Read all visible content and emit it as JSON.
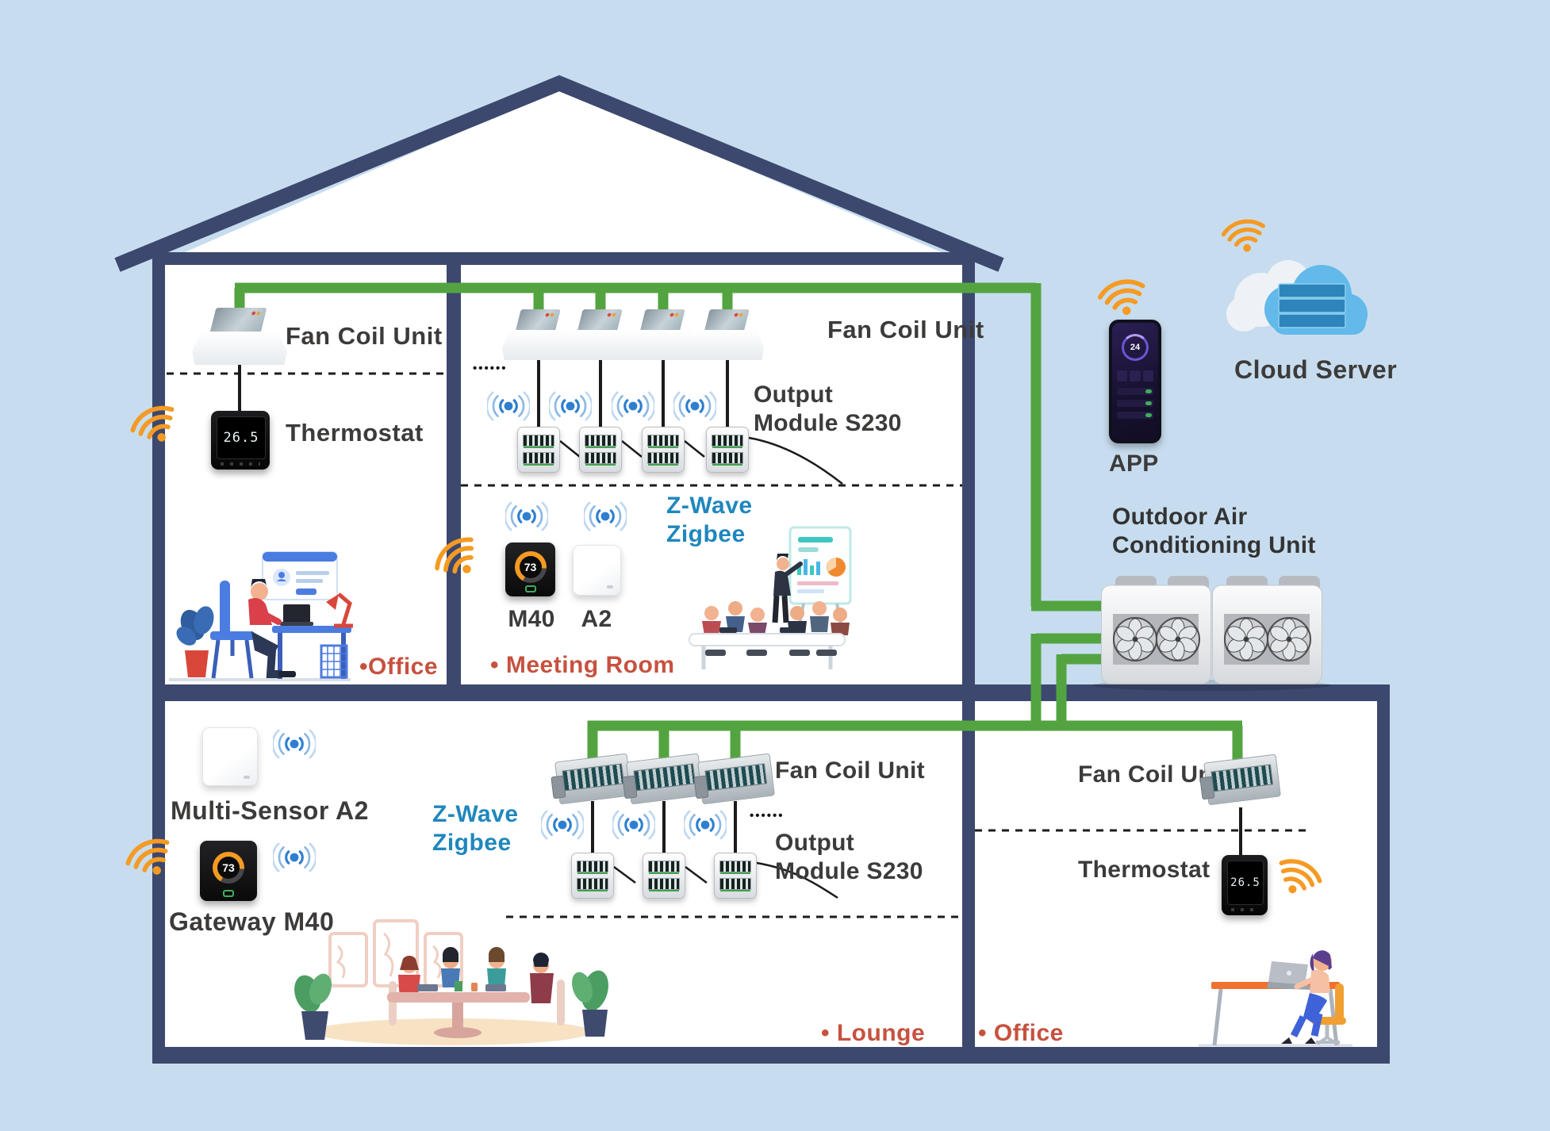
{
  "colors": {
    "green": "#53a441",
    "navy": "#3c486e",
    "label_red": "#c7513f",
    "protocol_blue": "#1f87bd",
    "wifi_orange": "#f59a23",
    "signal_blue": "#2e7fd0"
  },
  "top_office": {
    "fan_coil_label": "Fan Coil Unit",
    "thermostat_label": "Thermostat",
    "thermostat_temp": "26.5",
    "room_label": "•Office"
  },
  "meeting_room": {
    "fan_coil_label": "Fan Coil Unit",
    "ellipsis": "••••••",
    "output_label_1": "Output",
    "output_label_2": "Module S230",
    "protocol_1": "Z-Wave",
    "protocol_2": "Zigbee",
    "gateway_label": "M40",
    "gateway_temp": "73",
    "sensor_label": "A2",
    "room_label": "• Meeting Room"
  },
  "outdoor": {
    "app_label": "APP",
    "app_temp": "24",
    "cloud_label": "Cloud Server",
    "unit_label_1": "Outdoor Air",
    "unit_label_2": "Conditioning Unit"
  },
  "lounge": {
    "sensor_label": "Multi-Sensor A2",
    "gateway_label": "Gateway M40",
    "gateway_temp": "73",
    "protocol_1": "Z-Wave",
    "protocol_2": "Zigbee",
    "fan_coil_label": "Fan Coil Unit",
    "ellipsis": "••••••",
    "output_label_1": "Output",
    "output_label_2": "Module S230",
    "room_label": "• Lounge"
  },
  "right_office": {
    "fan_coil_label": "Fan Coil Unit",
    "thermostat_label": "Thermostat",
    "thermostat_temp": "26.5",
    "room_label": "• Office"
  }
}
